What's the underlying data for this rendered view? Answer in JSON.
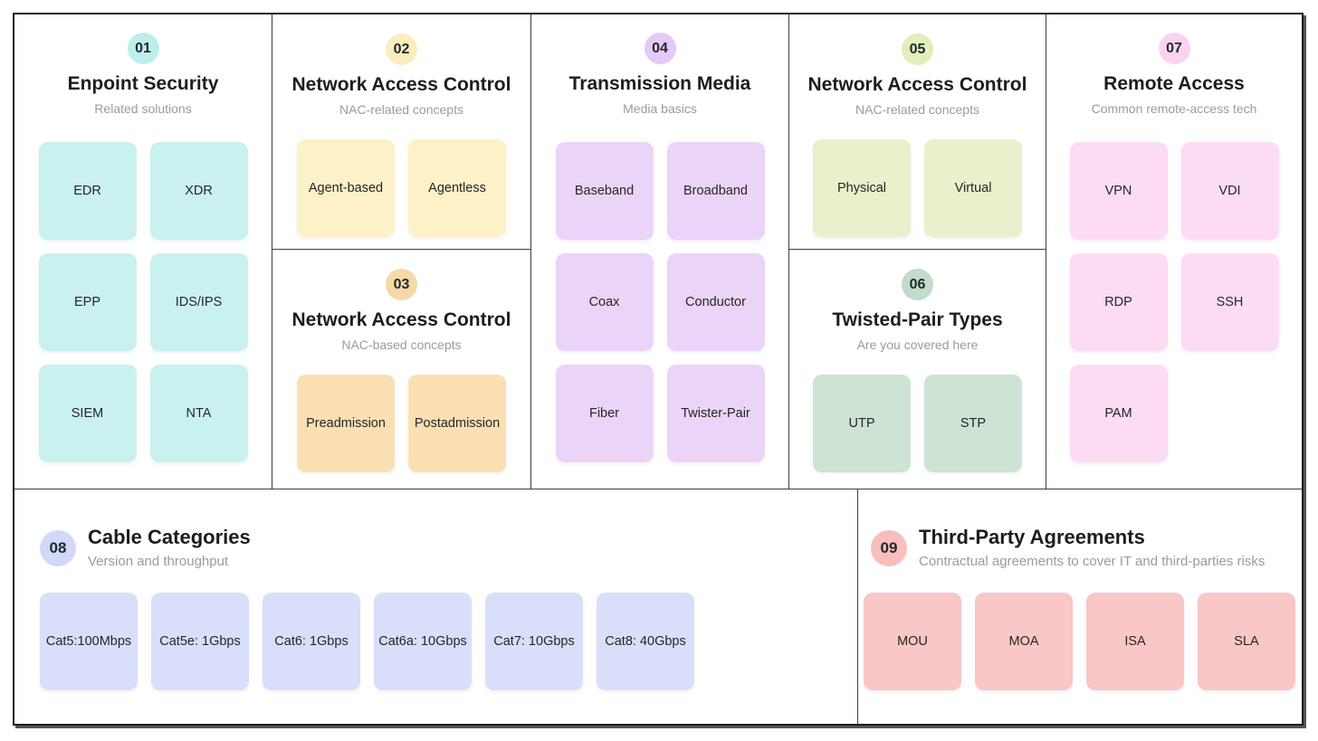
{
  "canvas": {
    "background": "#ffffff",
    "frame_border": "#1f1f1f",
    "divider": "#3d3d3d",
    "title_color": "#1d1d1d",
    "subtitle_color": "#9b9b9b"
  },
  "sections": {
    "s01": {
      "number": "01",
      "title": "Enpoint Security",
      "subtitle": "Related solutions",
      "badge_color": "#bdeeed",
      "box_color": "#c9f1f0",
      "items": [
        "EDR",
        "XDR",
        "EPP",
        "IDS/IPS",
        "SIEM",
        "NTA"
      ]
    },
    "s02": {
      "number": "02",
      "title": "Network Access Control",
      "subtitle": "NAC-related concepts",
      "badge_color": "#fcedbe",
      "box_color": "#fdf1c8",
      "items": [
        "Agent-based",
        "Agentless"
      ]
    },
    "s03": {
      "number": "03",
      "title": "Network Access Control",
      "subtitle": "NAC-based concepts",
      "badge_color": "#f8d8a7",
      "box_color": "#fbdfb3",
      "items": [
        "Preadmission",
        "Postadmission"
      ]
    },
    "s04": {
      "number": "04",
      "title": "Transmission Media",
      "subtitle": "Media basics",
      "badge_color": "#e5c9f6",
      "box_color": "#ead4f8",
      "items": [
        "Baseband",
        "Broadband",
        "Coax",
        "Conductor",
        "Fiber",
        "Twister-Pair"
      ]
    },
    "s05": {
      "number": "05",
      "title": "Network Access Control",
      "subtitle": "NAC-related concepts",
      "badge_color": "#e2eebb",
      "box_color": "#e9f0cb",
      "items": [
        "Physical",
        "Virtual"
      ]
    },
    "s06": {
      "number": "06",
      "title": "Twisted-Pair Types",
      "subtitle": "Are you covered here",
      "badge_color": "#c1dcc9",
      "box_color": "#cde3d3",
      "items": [
        "UTP",
        "STP"
      ]
    },
    "s07": {
      "number": "07",
      "title": "Remote Access",
      "subtitle": "Common remote-access tech",
      "badge_color": "#fbd3ef",
      "box_color": "#fcdcf3",
      "items": [
        "VPN",
        "VDI",
        "RDP",
        "SSH",
        "PAM"
      ]
    },
    "s08": {
      "number": "08",
      "title": "Cable Categories",
      "subtitle": "Version and throughput",
      "badge_color": "#d3d8f9",
      "box_color": "#d9defb",
      "items": [
        "Cat5:100Mbps",
        "Cat5e: 1Gbps",
        "Cat6: 1Gbps",
        "Cat6a: 10Gbps",
        "Cat7: 10Gbps",
        "Cat8: 40Gbps"
      ]
    },
    "s09": {
      "number": "09",
      "title": "Third-Party Agreements",
      "subtitle": "Contractual agreements to cover IT and third-parties risks",
      "badge_color": "#f8bebc",
      "box_color": "#f9c7c5",
      "items": [
        "MOU",
        "MOA",
        "ISA",
        "SLA"
      ]
    }
  }
}
